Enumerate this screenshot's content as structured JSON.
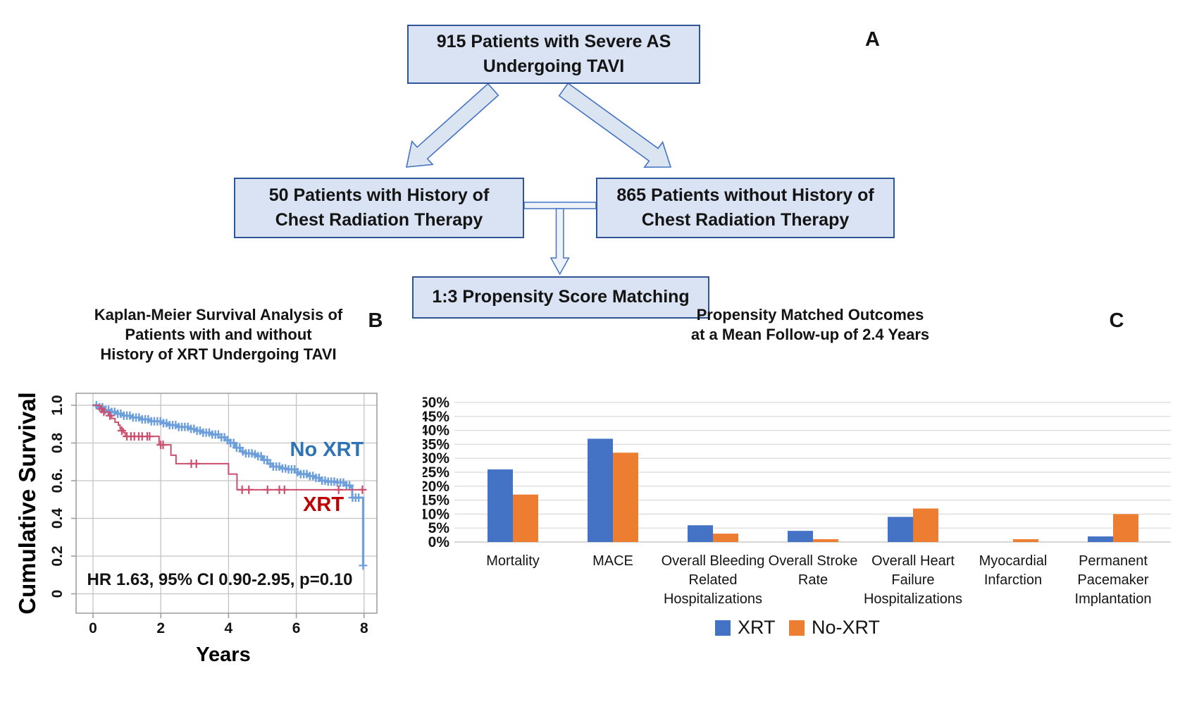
{
  "panel_labels": {
    "a": "A",
    "b": "B",
    "c": "C"
  },
  "colors": {
    "box_fill": "#dae3f3",
    "box_border": "#2f5597",
    "arrow_fill": "#dbe5f1",
    "arrow_stroke": "#4472c4",
    "km_no_xrt_curve": "#6d9fdb",
    "km_no_xrt_label": "#2e74b5",
    "km_xrt_curve": "#cc4e6d",
    "km_xrt_label": "#c00000",
    "bar_xrt": "#4472c4",
    "bar_no_xrt": "#ed7d31"
  },
  "flowchart": {
    "top_box": {
      "line1": "915 Patients with Severe AS",
      "line2": "Undergoing TAVI"
    },
    "left_box": {
      "line1": "50 Patients with History of",
      "line2": "Chest Radiation Therapy"
    },
    "right_box": {
      "line1": "865 Patients without History of",
      "line2": "Chest Radiation Therapy"
    },
    "bottom_box": {
      "line1": "1:3 Propensity Score Matching"
    }
  },
  "chart_data": [
    {
      "id": "km",
      "type": "line",
      "subtype": "kaplan-meier-step",
      "title_lines": [
        "Kaplan-Meier Survival Analysis of",
        "Patients with and without",
        "History of XRT Undergoing TAVI"
      ],
      "xlabel": "Years",
      "ylabel": "Cumulative Survival",
      "xlim": [
        0,
        8
      ],
      "ylim": [
        0,
        1.0
      ],
      "xticks": [
        0,
        2,
        4,
        6,
        8
      ],
      "yticks": [
        1.0,
        0.8,
        0.6,
        0.4,
        0.2,
        0
      ],
      "ytick_labels": [
        "1.0",
        "0.8",
        "0.6.",
        "0.4",
        "0.2",
        "0"
      ],
      "grid": true,
      "annotation": "HR 1.63, 95% CI 0.90-2.95, p=0.10",
      "series": [
        {
          "name": "No XRT",
          "points": [
            [
              0,
              1.0
            ],
            [
              0.15,
              0.99
            ],
            [
              0.3,
              0.975
            ],
            [
              0.5,
              0.965
            ],
            [
              0.7,
              0.955
            ],
            [
              0.9,
              0.945
            ],
            [
              1.1,
              0.935
            ],
            [
              1.4,
              0.925
            ],
            [
              1.7,
              0.915
            ],
            [
              2.0,
              0.905
            ],
            [
              2.2,
              0.895
            ],
            [
              2.5,
              0.885
            ],
            [
              2.8,
              0.875
            ],
            [
              3.0,
              0.865
            ],
            [
              3.2,
              0.855
            ],
            [
              3.5,
              0.845
            ],
            [
              3.7,
              0.83
            ],
            [
              3.9,
              0.815
            ],
            [
              4.05,
              0.8
            ],
            [
              4.2,
              0.775
            ],
            [
              4.35,
              0.755
            ],
            [
              4.5,
              0.745
            ],
            [
              4.7,
              0.74
            ],
            [
              4.85,
              0.73
            ],
            [
              5.0,
              0.71
            ],
            [
              5.15,
              0.69
            ],
            [
              5.3,
              0.675
            ],
            [
              5.5,
              0.665
            ],
            [
              5.75,
              0.66
            ],
            [
              5.95,
              0.645
            ],
            [
              6.1,
              0.635
            ],
            [
              6.35,
              0.625
            ],
            [
              6.55,
              0.615
            ],
            [
              6.7,
              0.6
            ],
            [
              6.9,
              0.595
            ],
            [
              7.2,
              0.59
            ],
            [
              7.45,
              0.575
            ],
            [
              7.6,
              0.565
            ],
            [
              7.65,
              0.51
            ],
            [
              7.95,
              0.51
            ],
            [
              7.97,
              0.15
            ]
          ],
          "censoring": {
            "style": "dense",
            "from": 0.1,
            "to": 7.9,
            "step": 0.09
          },
          "censors": [
            [
              7.97,
              0.15
            ]
          ],
          "label": {
            "text": "No XRT",
            "x": 6.9,
            "y": 0.73
          }
        },
        {
          "name": "XRT",
          "points": [
            [
              0,
              1.0
            ],
            [
              0.2,
              0.98
            ],
            [
              0.3,
              0.965
            ],
            [
              0.45,
              0.945
            ],
            [
              0.55,
              0.93
            ],
            [
              0.65,
              0.91
            ],
            [
              0.75,
              0.895
            ],
            [
              0.8,
              0.875
            ],
            [
              0.9,
              0.855
            ],
            [
              0.95,
              0.835
            ],
            [
              1.75,
              0.835
            ],
            [
              1.95,
              0.79
            ],
            [
              2.2,
              0.79
            ],
            [
              2.3,
              0.735
            ],
            [
              2.45,
              0.69
            ],
            [
              3.85,
              0.69
            ],
            [
              4.0,
              0.635
            ],
            [
              4.15,
              0.635
            ],
            [
              4.25,
              0.552
            ],
            [
              8.0,
              0.552
            ]
          ],
          "censors": [
            [
              0.25,
              0.98
            ],
            [
              0.32,
              0.965
            ],
            [
              0.5,
              0.945
            ],
            [
              0.85,
              0.865
            ],
            [
              1.0,
              0.835
            ],
            [
              1.12,
              0.835
            ],
            [
              1.22,
              0.835
            ],
            [
              1.35,
              0.835
            ],
            [
              1.45,
              0.835
            ],
            [
              1.6,
              0.835
            ],
            [
              1.67,
              0.835
            ],
            [
              2.0,
              0.79
            ],
            [
              2.07,
              0.79
            ],
            [
              2.9,
              0.69
            ],
            [
              3.05,
              0.69
            ],
            [
              4.4,
              0.552
            ],
            [
              4.6,
              0.552
            ],
            [
              5.15,
              0.552
            ],
            [
              5.5,
              0.552
            ],
            [
              5.65,
              0.552
            ],
            [
              7.25,
              0.552
            ],
            [
              7.95,
              0.552
            ]
          ],
          "label": {
            "text": "XRT",
            "x": 6.8,
            "y": 0.44
          }
        }
      ]
    },
    {
      "id": "outcomes",
      "type": "bar",
      "title_lines": [
        "Propensity Matched Outcomes",
        "at a Mean Follow-up of 2.4 Years"
      ],
      "categories": [
        [
          "Mortality"
        ],
        [
          "MACE"
        ],
        [
          "Overall Bleeding",
          "Related",
          "Hospitalizations"
        ],
        [
          "Overall Stroke",
          "Rate"
        ],
        [
          "Overall Heart",
          "Failure",
          "Hospitalizations"
        ],
        [
          "Myocardial",
          "Infarction"
        ],
        [
          "Permanent",
          "Pacemaker",
          "Implantation"
        ]
      ],
      "series": [
        {
          "name": "XRT",
          "values": [
            26,
            37,
            6,
            4,
            9,
            0,
            2
          ]
        },
        {
          "name": "No-XRT",
          "values": [
            17,
            32,
            3,
            1,
            12,
            1,
            10
          ]
        }
      ],
      "ylim": [
        0,
        50
      ],
      "ytick_step": 5,
      "ytick_suffix": "%",
      "grid": true,
      "legend_position": "bottom"
    }
  ]
}
